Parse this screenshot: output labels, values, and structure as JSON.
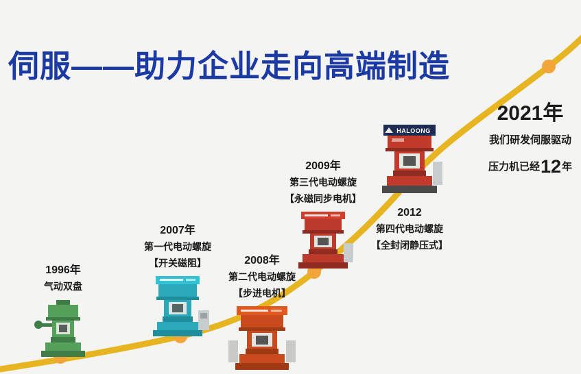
{
  "page": {
    "title": "伺服——助力企业走向高端制造",
    "colors": {
      "background": "#f4f4f2",
      "title": "#1c3aa3",
      "curve": "#e8b522",
      "dot": "#f2a53b",
      "text": "#1a1a1a"
    }
  },
  "timeline": {
    "milestones": [
      {
        "year": "1996年",
        "line1": "气动双盘"
      },
      {
        "year": "2007年",
        "line1": "第一代电动螺旋",
        "line2": "【开关磁阻】"
      },
      {
        "year": "2008年",
        "line1": "第二代电动螺旋",
        "line2": "【步进电机】"
      },
      {
        "year": "2009年",
        "line1": "第三代电动螺旋",
        "line2": "【永磁同步电机】"
      },
      {
        "year": "2012",
        "line1": "第四代电动螺旋",
        "line2": "【全封闭静压式】"
      },
      {
        "year": "2021年",
        "line1": "我们研发伺服驱动",
        "line2_prefix": "压力机已经",
        "line2_number": "12",
        "line2_suffix": "年"
      }
    ],
    "machines": {
      "m1996": {
        "color": "#55a05b",
        "dark": "#3e7d45"
      },
      "m2007": {
        "color": "#2aa9ba",
        "dark": "#1f8d9c",
        "banner": "#33c3d4"
      },
      "m2008": {
        "color": "#c94b1d",
        "dark": "#a03a15",
        "banner": "#e2581e"
      },
      "m2009": {
        "color": "#bb3a2b",
        "dark": "#8f2b20",
        "banner": "#d03f2e"
      },
      "m2012": {
        "color": "#c13a2c",
        "dark": "#8f2b20",
        "banner": "#1e2c52",
        "brand": "HALOONG"
      }
    }
  }
}
